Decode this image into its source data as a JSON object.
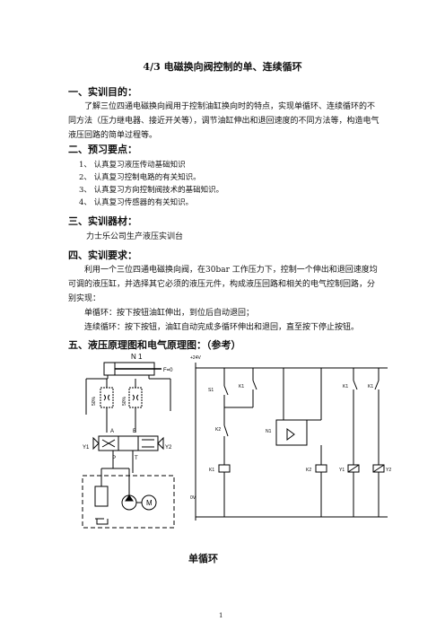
{
  "title": "4/3 电磁换向阀控制的单、连续循环",
  "sections": {
    "s1": {
      "heading": "一、实训目的：",
      "body": "了解三位四通电磁换向阀用于控制油缸换向时的特点，实现单循环、连续循环的不同方法（压力继电器、接近开关等），调节油缸伸出和退回速度的不同方法等，构造电气液压回路的简单过程等。"
    },
    "s2": {
      "heading": "二、预习要点：",
      "items": [
        "1、 认真复习液压传动基础知识",
        "2、 认真复习控制电路的有关知识。",
        "3、 认真复习方向控制阀技术的基础知识。",
        "4、 认真复习传感器的有关知识。"
      ]
    },
    "s3": {
      "heading": "三、实训器材：",
      "body": "力士乐公司生产液压实训台"
    },
    "s4": {
      "heading": "四、实训要求：",
      "body": "利用一个三位四通电磁换向阀，在30bar 工作压力下，控制一个伸出和退回速度均可调的液压缸，并选择其它必须的液压元件，构成液压回路和相关的电气控制回路，分别实现：",
      "line2": "单循环：按下按钮油缸伸出，到位后自动退回；",
      "line3": "连续循环：按下按钮，油缸自动完成多循环伸出和退回，直至按下停止按钮。"
    },
    "s5": {
      "heading": "五、液压原理图和电气原理图：（参考）"
    }
  },
  "diagram_labels": {
    "n1": "N 1",
    "f": "F=0",
    "pct1": "50%",
    "pct2": "50%",
    "a": "A",
    "b": "B",
    "p": "P",
    "t": "T",
    "y1": "Y1",
    "y2": "Y2",
    "m": "M",
    "v24": "+24V",
    "v0": "0V",
    "s1": "S1",
    "k1a": "K1",
    "k1b": "K1",
    "k1c": "K1",
    "k2a": "K2",
    "n1b": "N1",
    "k1coil": "K1",
    "k2coil": "K2",
    "y1coil": "Y1",
    "y2coil": "Y2"
  },
  "caption": "单循环",
  "page_number": "1"
}
